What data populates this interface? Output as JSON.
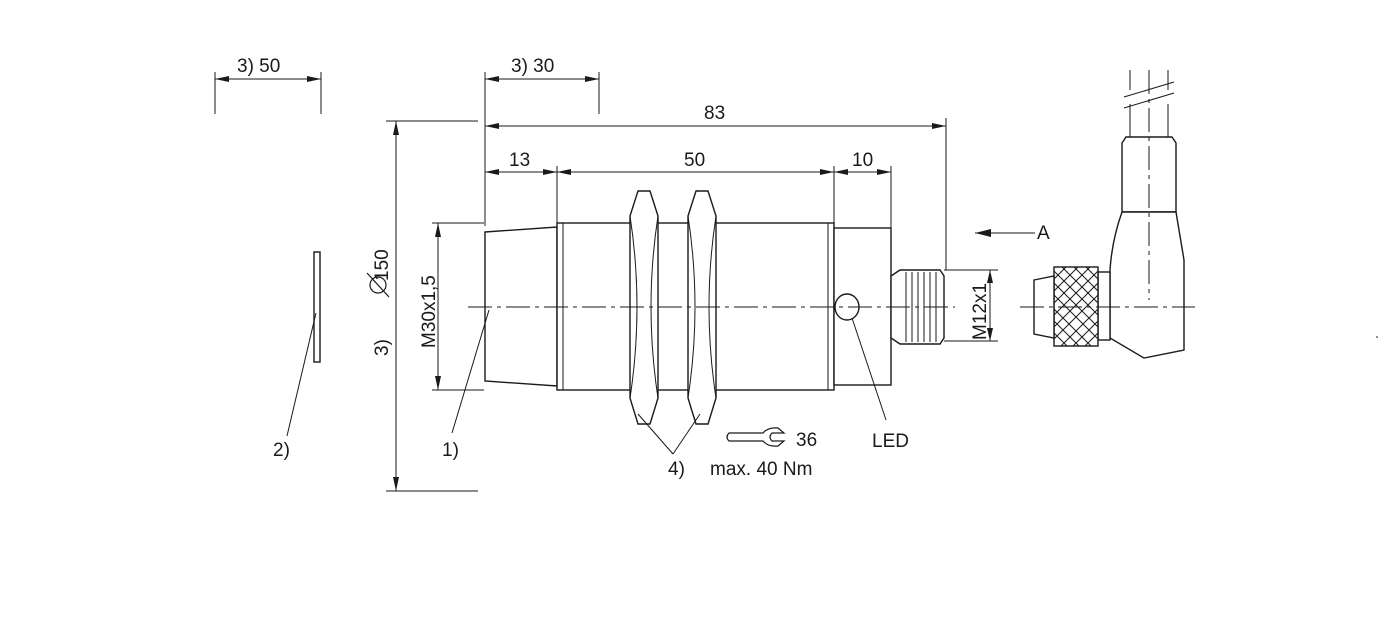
{
  "dimensions": {
    "top_left_50": "3)  50",
    "top_30": "3)  30",
    "overall_83": "83",
    "dim_13": "13",
    "dim_50": "50",
    "dim_10": "10",
    "diameter_note": "3)",
    "diameter_150": "150",
    "thread_m30": "M30x1,5",
    "thread_m12": "M12x1"
  },
  "labels": {
    "view_a": "A",
    "note_1": "1)",
    "note_2": "2)",
    "note_4": "4)",
    "led": "LED",
    "wrench_size": "36",
    "torque": "max. 40 Nm"
  }
}
